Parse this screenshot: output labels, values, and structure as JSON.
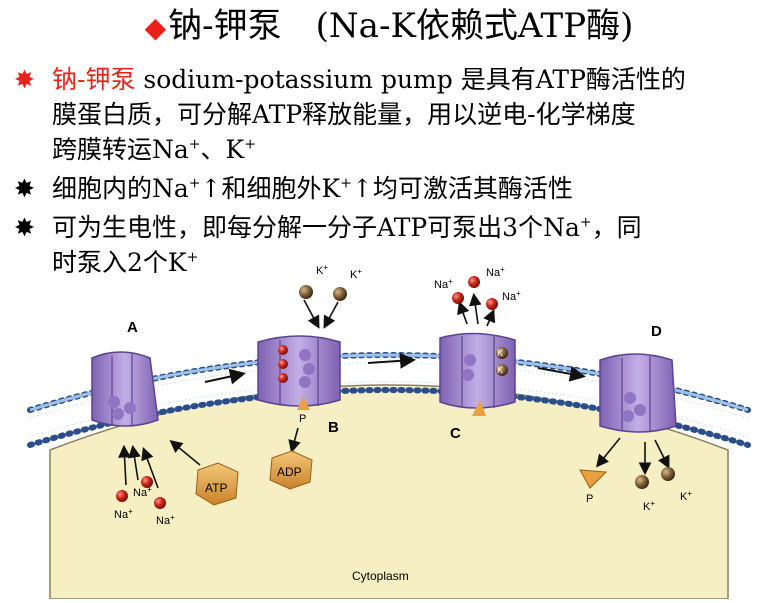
{
  "title": {
    "main": "钠-钾泵",
    "paren": "(Na-K依赖式ATP酶)",
    "marker_color": "#e8231c"
  },
  "bullets": [
    {
      "highlight": "钠-钾泵",
      "line1_rest": " sodium-potassium pump 是具有ATP酶活性的",
      "line2": "膜蛋白质，可分解ATP释放能量，用以逆电-化学梯度",
      "line3_pre": "跨膜转运Na",
      "line3_sup1": "+",
      "line3_mid": "、K",
      "line3_sup2": "+"
    },
    {
      "t1": "细胞内的Na",
      "s1": "+",
      "t2": "↑和细胞外K",
      "s2": "+",
      "t3": "↑均可激活其酶活性"
    },
    {
      "t1": "可为生电性，即每分解一分子ATP可泵出3个Na",
      "s1": "+",
      "t2": "，同",
      "line2_pre": "时泵入2个K",
      "line2_sup": "+"
    }
  ],
  "diagram": {
    "labels": {
      "A": "A",
      "B": "B",
      "C": "C",
      "D": "D",
      "cytoplasm": "Cytoplasm",
      "atp": "ATP",
      "adp": "ADP",
      "p": "P",
      "na": "Na",
      "k": "K",
      "plus": "+"
    },
    "colors": {
      "protein": "#9b7fc9",
      "membrane": "#7fb0e0",
      "cytoplasm": "#f6efc3",
      "sodium": "#d0281e",
      "potassium": "#7a5a35",
      "atp": "#e0a040"
    }
  }
}
